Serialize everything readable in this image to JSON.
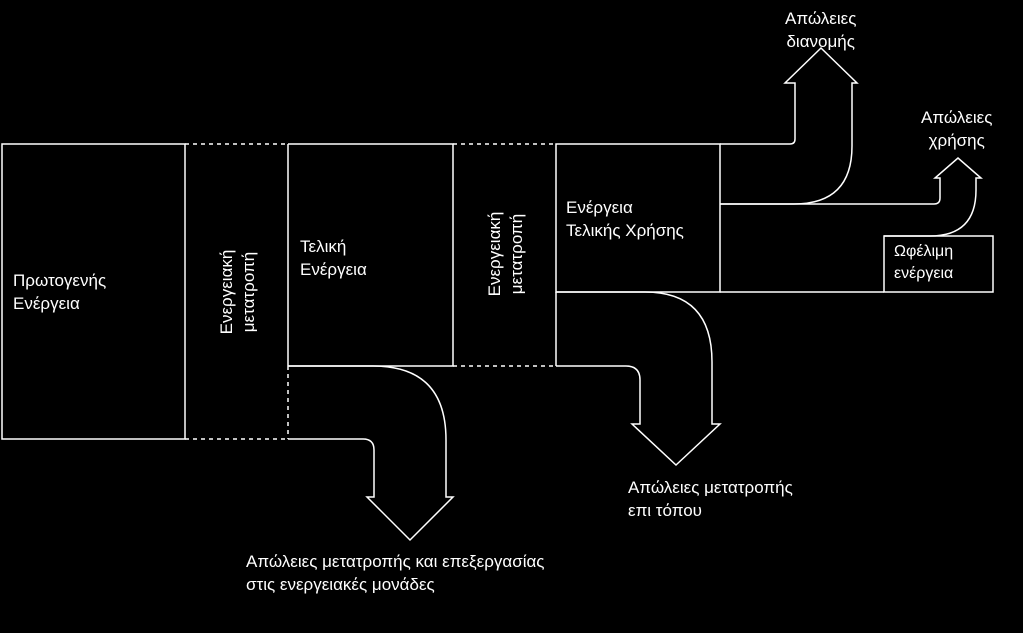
{
  "diagram": {
    "primary_energy": {
      "line1": "Πρωτογενής",
      "line2": "Ενέργεια"
    },
    "conversion_1": {
      "line1": "Ενεργειακή",
      "line2": "μετατροπή"
    },
    "final_energy": {
      "line1": "Τελική",
      "line2": "Ενέργεια"
    },
    "conversion_2": {
      "line1": "Ενεργειακή",
      "line2": "μετατροπή"
    },
    "end_use_energy": {
      "line1": "Ενέργεια",
      "line2": "Τελικής Χρήσης"
    },
    "useful_energy": {
      "line1": "Ωφέλιμη",
      "line2": "ενέργεια"
    },
    "distribution_losses": {
      "line1": "Απώλειες",
      "line2": "διανομής"
    },
    "usage_losses": {
      "line1": "Απώλειες",
      "line2": "χρήσης"
    },
    "onsite_conversion_losses": {
      "line1": "Απώλειες μετατροπής",
      "line2": "επι τόπου"
    },
    "plant_losses": {
      "line1": "Απώλειες μετατροπής και επεξεργασίας",
      "line2": "στις ενεργειακές μονάδες"
    }
  },
  "colors": {
    "background": "#000000",
    "stroke": "#ffffff"
  }
}
